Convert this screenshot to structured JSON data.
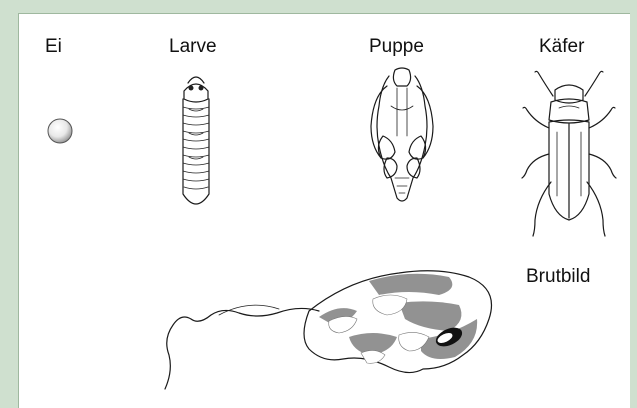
{
  "stages": {
    "egg": "Ei",
    "larva": "Larve",
    "pupa": "Puppe",
    "beetle": "Käfer"
  },
  "gallery_label": "Brutbild",
  "colors": {
    "frame": "#cfe0cf",
    "panel": "#ffffff",
    "ink": "#1a1a1a"
  }
}
